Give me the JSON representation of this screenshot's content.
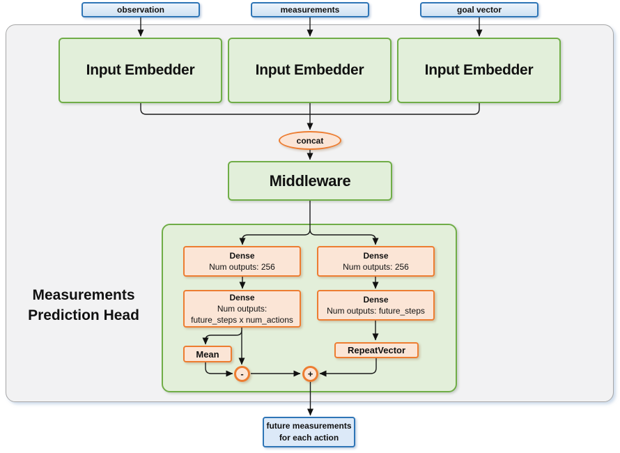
{
  "inputs": [
    {
      "label": "observation"
    },
    {
      "label": "measurements"
    },
    {
      "label": "goal vector"
    }
  ],
  "embedders": [
    {
      "label": "Input Embedder"
    },
    {
      "label": "Input Embedder"
    },
    {
      "label": "Input Embedder"
    }
  ],
  "concat": {
    "label": "concat"
  },
  "middleware": {
    "label": "Middleware"
  },
  "prediction_head": {
    "title_line1": "Measurements",
    "title_line2": "Prediction Head",
    "left": {
      "dense1_title": "Dense",
      "dense1_sub": "Num outputs: 256",
      "dense2_title": "Dense",
      "dense2_sub1": "Num outputs:",
      "dense2_sub2": "future_steps x num_actions",
      "mean_label": "Mean",
      "minus_label": "-"
    },
    "right": {
      "dense1_title": "Dense",
      "dense1_sub": "Num outputs: 256",
      "dense2_title": "Dense",
      "dense2_sub": "Num outputs: future_steps",
      "repeat_label": "RepeatVector",
      "plus_label": "+"
    }
  },
  "output": {
    "line1": "future measurements",
    "line2": "for each action"
  },
  "colors": {
    "blue_border": "#2E75B6",
    "blue_fill": "#DEEBF7",
    "green_border": "#70AD47",
    "green_fill": "#E2EFDA",
    "orange_border": "#ED7D31",
    "orange_fill": "#FBE5D6",
    "gray_border": "#A6A6A6",
    "gray_fill": "#F2F2F3",
    "line": "#1A1A1A"
  }
}
